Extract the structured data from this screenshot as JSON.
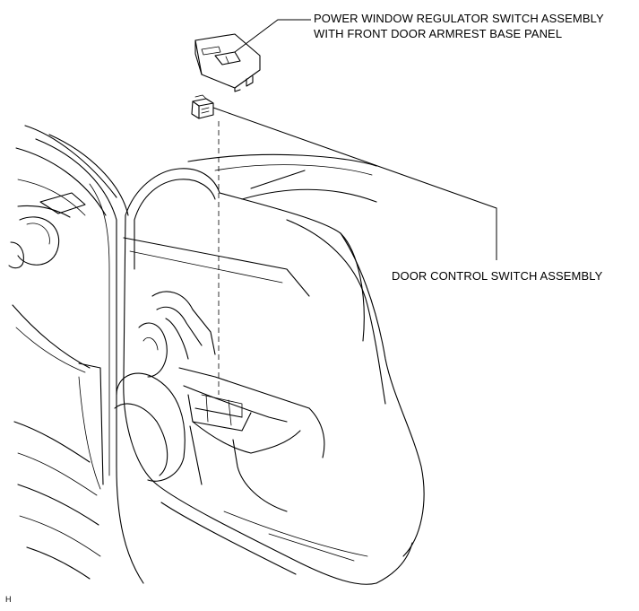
{
  "callouts": {
    "regulator_switch": {
      "line1": "POWER WINDOW REGULATOR SWITCH ASSEMBLY",
      "line2": "WITH FRONT DOOR ARMREST BASE PANEL"
    },
    "door_control_switch": {
      "line1": "DOOR CONTROL SWITCH ASSEMBLY"
    }
  },
  "corner_mark": "H"
}
